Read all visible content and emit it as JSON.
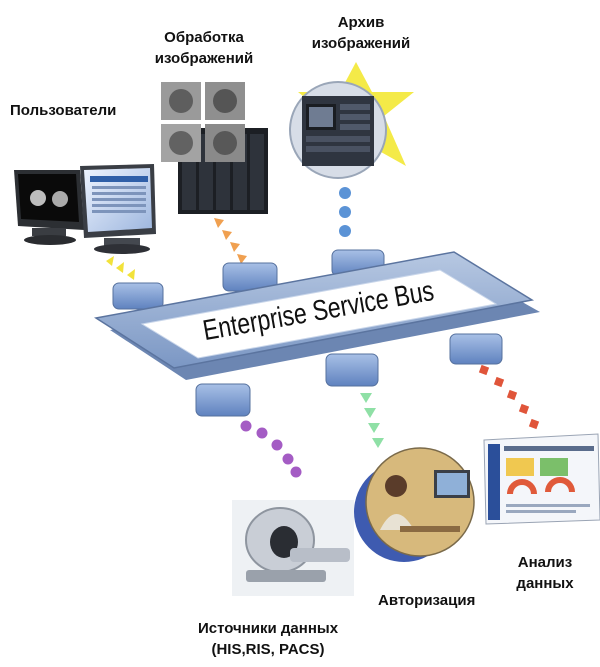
{
  "nodes": {
    "users": "Пользователи",
    "image_processing": "Обработка\nизображений",
    "image_archive": "Архив\nизображений",
    "bus": "Enterprise Service Bus",
    "data_sources": "Источники данных\n(HIS,RIS, PACS)",
    "authorization": "Авторизация",
    "data_analysis": "Анализ\nданных"
  },
  "colors": {
    "bus_frame": "#8fa9cf",
    "bus_panel": "#ffffff",
    "connector": "#7f9fcc",
    "link_users": "#f2e23a",
    "link_processing": "#f0a050",
    "link_archive": "#5b93d6",
    "link_sources": "#a45cc4",
    "link_authorization": "#8fe0a6",
    "link_analysis": "#e0553a",
    "star": "#f4ea48",
    "crescent": "#3e5bb0"
  }
}
